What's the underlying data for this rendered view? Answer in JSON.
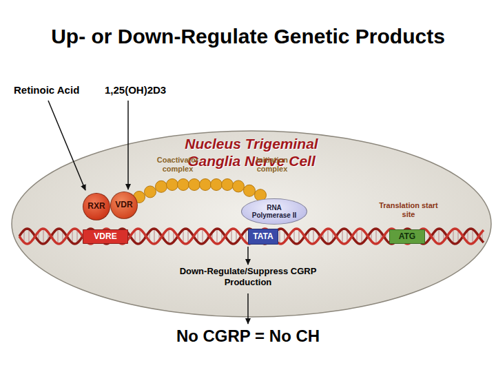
{
  "diagram": {
    "title": "Up- or Down-Regulate Genetic Products",
    "nodes": [
      {
        "text": [
          "Nucleus Trigeminal Ganglia Nerve Cell"
        ]
      },
      {
        "text": [
          "RXR"
        ],
        "in": 0
      },
      {
        "text": [
          "VDR"
        ],
        "in": 0
      },
      {
        "text": [
          "RNA Polymerase II"
        ],
        "in": 0
      },
      {
        "text": [
          "VDRE"
        ],
        "in": 0
      },
      {
        "text": [
          "TATA"
        ],
        "in": 0
      },
      {
        "text": [
          "ATG"
        ],
        "in": 0
      }
    ],
    "labels": [
      "Retinoic Acid",
      "1,25(OH)2D3",
      "Coactivator complex",
      "Initiation complex",
      "Translation start site",
      "Down-Regulate/Suppress CGRP Production",
      "No CGRP = No CH"
    ]
  }
}
